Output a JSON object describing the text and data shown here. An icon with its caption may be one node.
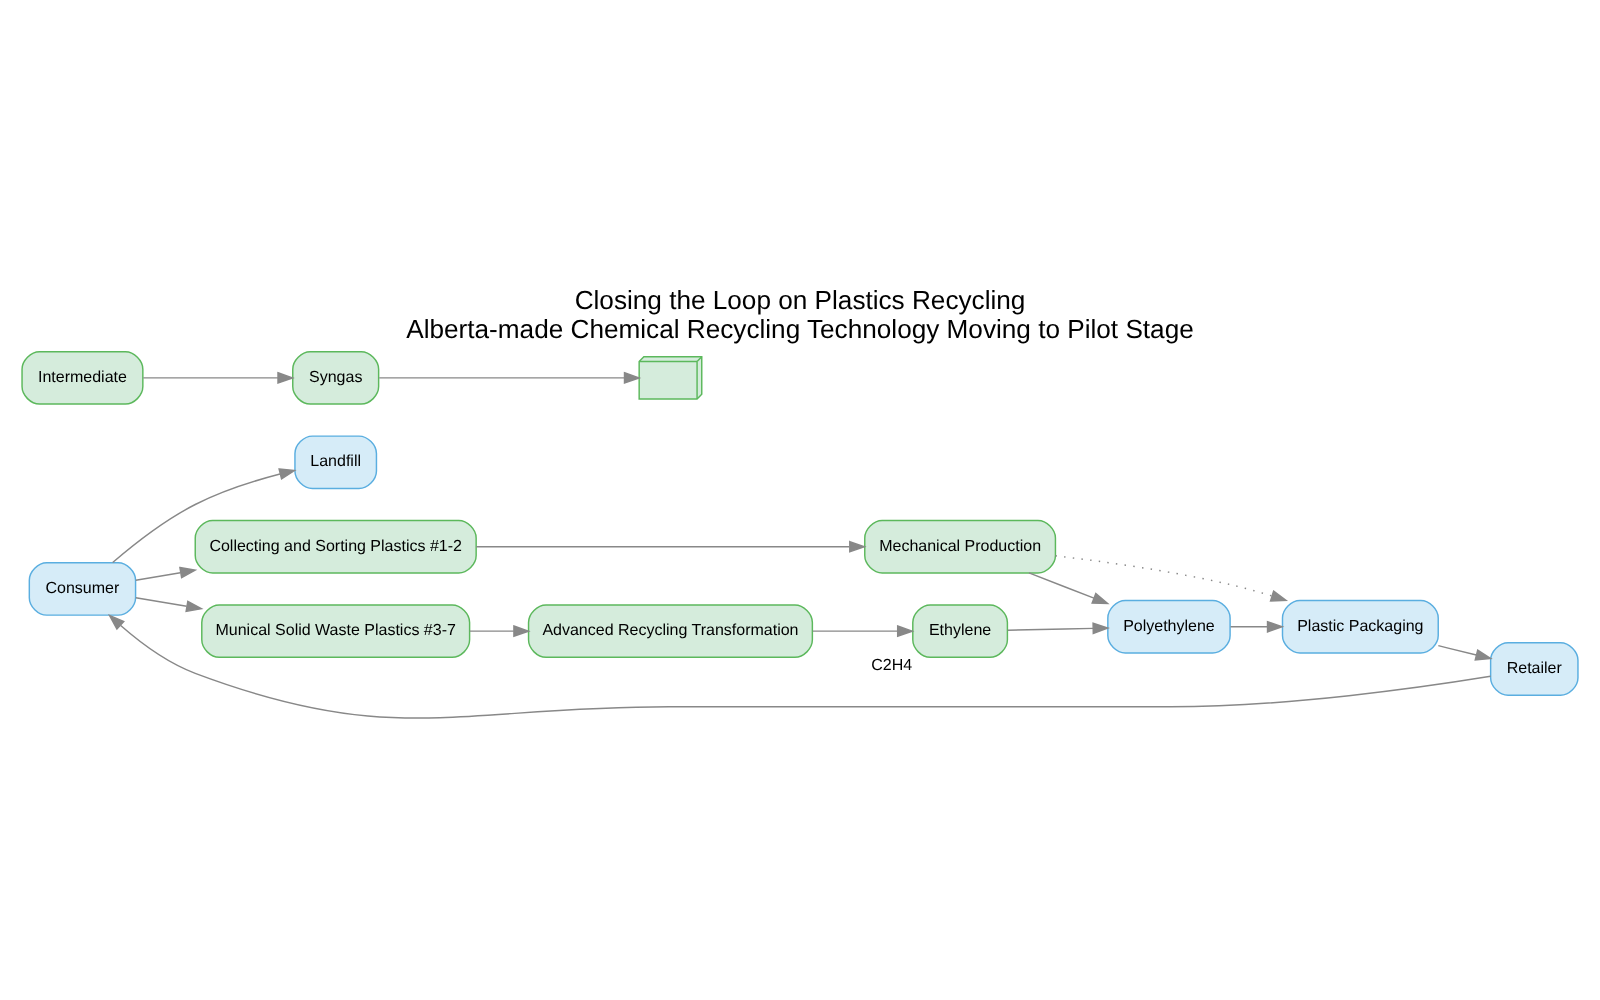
{
  "diagram": {
    "title": "Closing the Loop on Plastics Recycling",
    "caption": "Alberta-made Chemical Recycling Technology Moving to Pilot Stage",
    "nodes": [
      {
        "text": [
          "Landfill"
        ]
      },
      {
        "text": [
          "Consumer"
        ]
      },
      {
        "text": [
          "Retailer"
        ]
      },
      {
        "text": [
          "Collecting and Sorting Plastics #1-2"
        ]
      },
      {
        "text": [
          "Munical Solid Waste Plastics #3-7"
        ]
      },
      {
        "text": [
          "Mechanical Production"
        ]
      },
      {
        "text": [
          "Advanced Recycling Transformation"
        ]
      },
      {
        "text": [
          "Plastic Packaging"
        ]
      },
      {
        "text": [
          "Ethylene"
        ],
        "beside": [
          "C2H4"
        ]
      },
      {
        "text": [
          "Polyethylene"
        ]
      },
      {
        "text": [],
        "shape": "picture"
      },
      {
        "text": [
          "Syngas"
        ]
      },
      {
        "text": [
          "Intermediate"
        ]
      }
    ],
    "edges": [
      {
        "from": 1,
        "to": 0,
        "arrow": "to"
      },
      {
        "from": 1,
        "to": 3,
        "arrow": "to"
      },
      {
        "from": 1,
        "to": 4,
        "arrow": "to"
      },
      {
        "from": 3,
        "to": 5,
        "arrow": "to"
      },
      {
        "from": 5,
        "to": 7,
        "arrow": "to",
        "style": "dashed"
      },
      {
        "from": 5,
        "to": 9,
        "arrow": "to"
      },
      {
        "from": 9,
        "to": 7,
        "arrow": "to"
      },
      {
        "from": 7,
        "to": 2,
        "arrow": "to"
      },
      {
        "from": 2,
        "to": 1,
        "arrow": "to"
      },
      {
        "from": 4,
        "to": 6,
        "arrow": "to"
      },
      {
        "from": 6,
        "to": 8,
        "arrow": "to"
      },
      {
        "from": 8,
        "to": 9,
        "arrow": "to"
      },
      {
        "from": 12,
        "to": 11,
        "arrow": "to"
      },
      {
        "from": 11,
        "to": 10,
        "arrow": "to"
      }
    ]
  }
}
